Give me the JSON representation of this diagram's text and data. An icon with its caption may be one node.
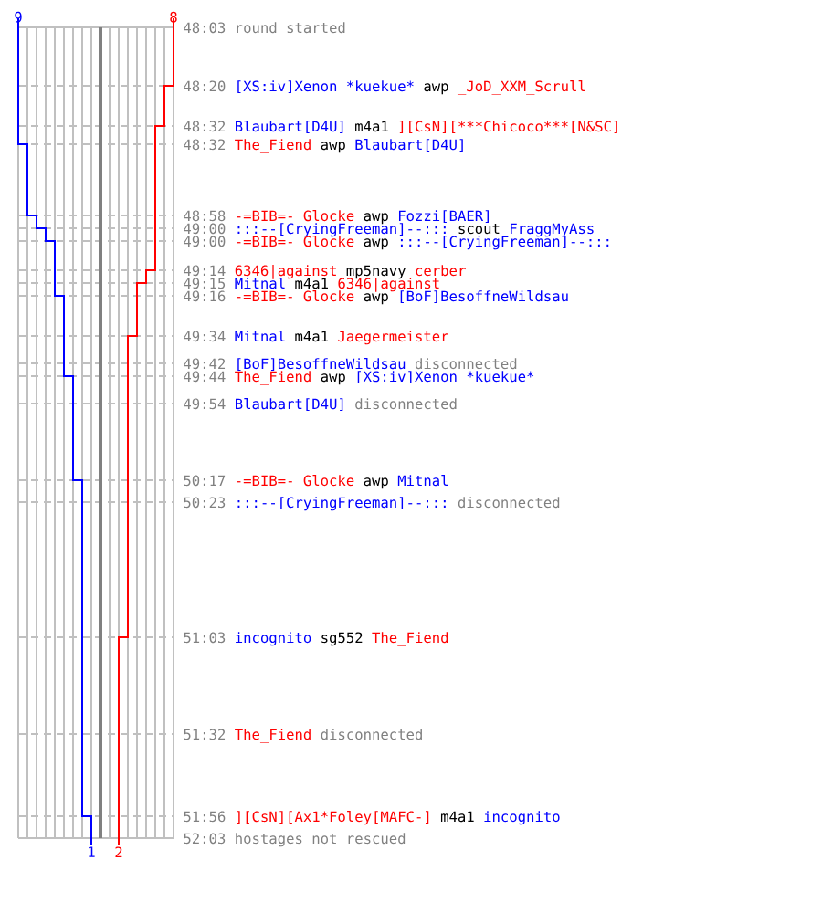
{
  "diagram": {
    "labels": [
      "9",
      "8",
      "48:03",
      "round started",
      "48:20",
      "[XS:iv]Xenon *kuekue*",
      "awp",
      "_JoD_XXM_Scrull",
      "48:32",
      "Blaubart[D4U]",
      "m4a1",
      "][CsN][***Chicoco***[N&SC]",
      "48:32",
      "The_Fiend",
      "awp",
      "Blaubart[D4U]",
      "48:58",
      "-=BIB=- Glocke",
      "awp",
      "Fozzi[BAER]",
      "49:00",
      ":::--[CryingFreeman]--:::",
      "scout",
      "FraggMyAss",
      "49:00",
      "-=BIB=- Glocke",
      "awp",
      ":::--[CryingFreeman]--:::",
      "49:14",
      "6346|against",
      "mp5navy",
      "cerber",
      "49:15",
      "Mitnal",
      "m4a1",
      "6346|against",
      "49:16",
      "-=BIB=- Glocke",
      "awp",
      "[BoF]BesoffneWildsau",
      "49:34",
      "Mitnal",
      "m4a1",
      "Jaegermeister",
      "49:42",
      "[BoF]BesoffneWildsau",
      "disconnected",
      "49:44",
      "The_Fiend",
      "awp",
      "[XS:iv]Xenon *kuekue*",
      "49:54",
      "Blaubart[D4U]",
      "disconnected",
      "50:17",
      "-=BIB=- Glocke",
      "awp",
      "Mitnal",
      "50:23",
      ":::--[CryingFreeman]--:::",
      "disconnected",
      "51:03",
      "incognito",
      "sg552",
      "The_Fiend",
      "51:32",
      "The_Fiend",
      "disconnected",
      "51:56",
      "][CsN][Ax1*Foley[MAFC-]",
      "m4a1",
      "incognito",
      "52:03",
      "hostages not rescued",
      "1",
      "2"
    ]
  }
}
